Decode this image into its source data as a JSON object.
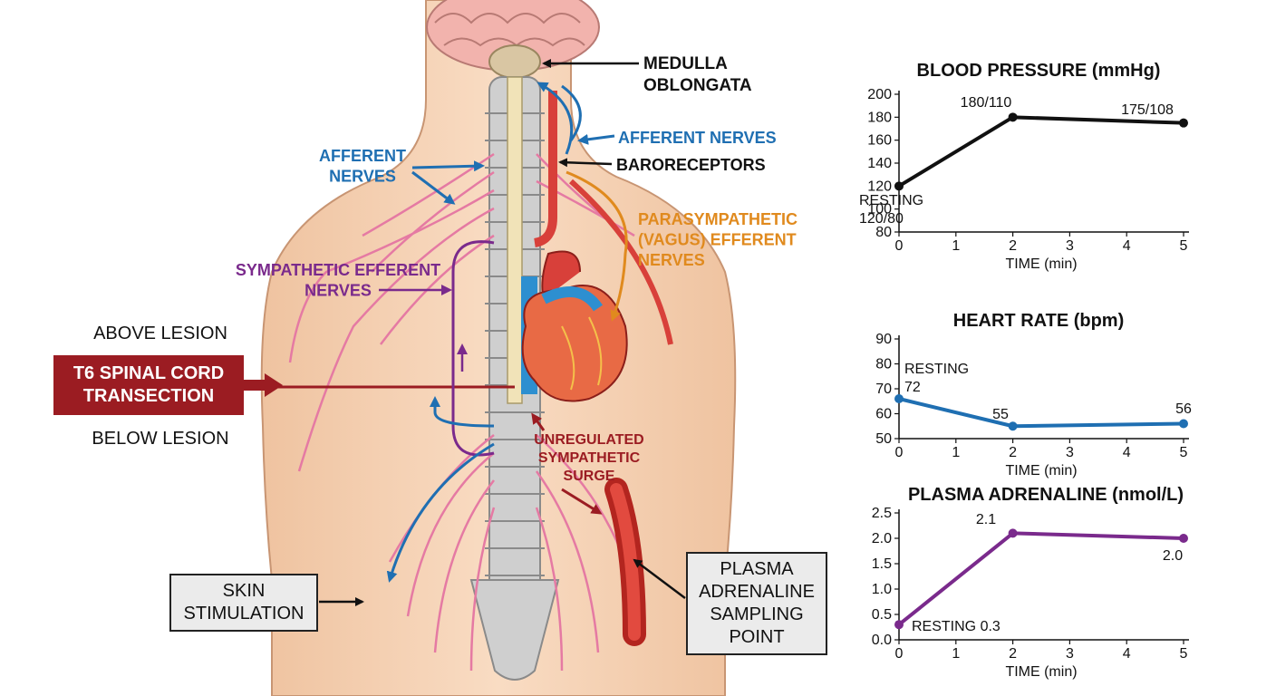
{
  "diagram": {
    "labels": {
      "medulla": "MEDULLA\nOBLONGATA",
      "afferent_right": "AFFERENT NERVES",
      "afferent_left": "AFFERENT\nNERVES",
      "baroreceptors": "BARORECEPTORS",
      "parasympathetic": "PARASYMPATHETIC\n(VAGUS) EFFERENT\nNERVES",
      "sympathetic": "SYMPATHETIC EFFERENT\nNERVES",
      "above_lesion": "ABOVE LESION",
      "t6": "T6 SPINAL CORD\nTRANSECTION",
      "below_lesion": "BELOW LESION",
      "unregulated": "UNREGULATED\nSYMPATHETIC\nSURGE",
      "skin": "SKIN\nSTIMULATION",
      "sampling": "PLASMA\nADRENALINE\nSAMPLING\nPOINT"
    },
    "colors": {
      "afferent": "#1f6fb2",
      "parasympathetic": "#e08a1e",
      "sympathetic": "#7a2a8c",
      "lesion": "#9b1c22",
      "skin": "#f6d2b4",
      "nerve": "#e57aa3"
    }
  },
  "chart_data": [
    {
      "type": "line",
      "title": "BLOOD PRESSURE (mmHg)",
      "xlabel": "TIME (min)",
      "ylabel": "",
      "x": [
        0,
        2,
        5
      ],
      "y": [
        120,
        180,
        175
      ],
      "point_labels": [
        "RESTING\n120/80",
        "180/110",
        "175/108"
      ],
      "xticks": [
        0,
        1,
        2,
        3,
        4,
        5
      ],
      "yticks": [
        80,
        100,
        120,
        140,
        160,
        180,
        200
      ],
      "ytick_labels": [
        "80",
        "100",
        "120",
        "140",
        "160",
        "180",
        "200"
      ],
      "xlim": [
        0,
        5
      ],
      "ylim": [
        80,
        200
      ],
      "color": "#111111"
    },
    {
      "type": "line",
      "title": "HEART RATE (bpm)",
      "xlabel": "TIME (min)",
      "ylabel": "",
      "x": [
        0,
        2,
        5
      ],
      "y": [
        66,
        55,
        56
      ],
      "point_labels": [
        "RESTING\n72",
        "55",
        "56"
      ],
      "xticks": [
        0,
        1,
        2,
        3,
        4,
        5
      ],
      "yticks": [
        50,
        60,
        70,
        80,
        90
      ],
      "ytick_labels": [
        "50",
        "60",
        "70",
        "80",
        "90"
      ],
      "xlim": [
        0,
        5
      ],
      "ylim": [
        50,
        90
      ],
      "color": "#1f6fb2"
    },
    {
      "type": "line",
      "title": "PLASMA ADRENALINE (nmol/L)",
      "xlabel": "TIME (min)",
      "ylabel": "",
      "x": [
        0,
        2,
        5
      ],
      "y": [
        0.3,
        2.1,
        2.0
      ],
      "point_labels": [
        "RESTING 0.3",
        "2.1",
        "2.0"
      ],
      "xticks": [
        0,
        1,
        2,
        3,
        4,
        5
      ],
      "yticks": [
        0.0,
        0.5,
        1.0,
        1.5,
        2.0,
        2.5
      ],
      "ytick_labels": [
        "0.0",
        "0.5",
        "1.0",
        "1.5",
        "2.0",
        "2.5"
      ],
      "xlim": [
        0,
        5
      ],
      "ylim": [
        0,
        2.5
      ],
      "color": "#7a2a8c"
    }
  ]
}
